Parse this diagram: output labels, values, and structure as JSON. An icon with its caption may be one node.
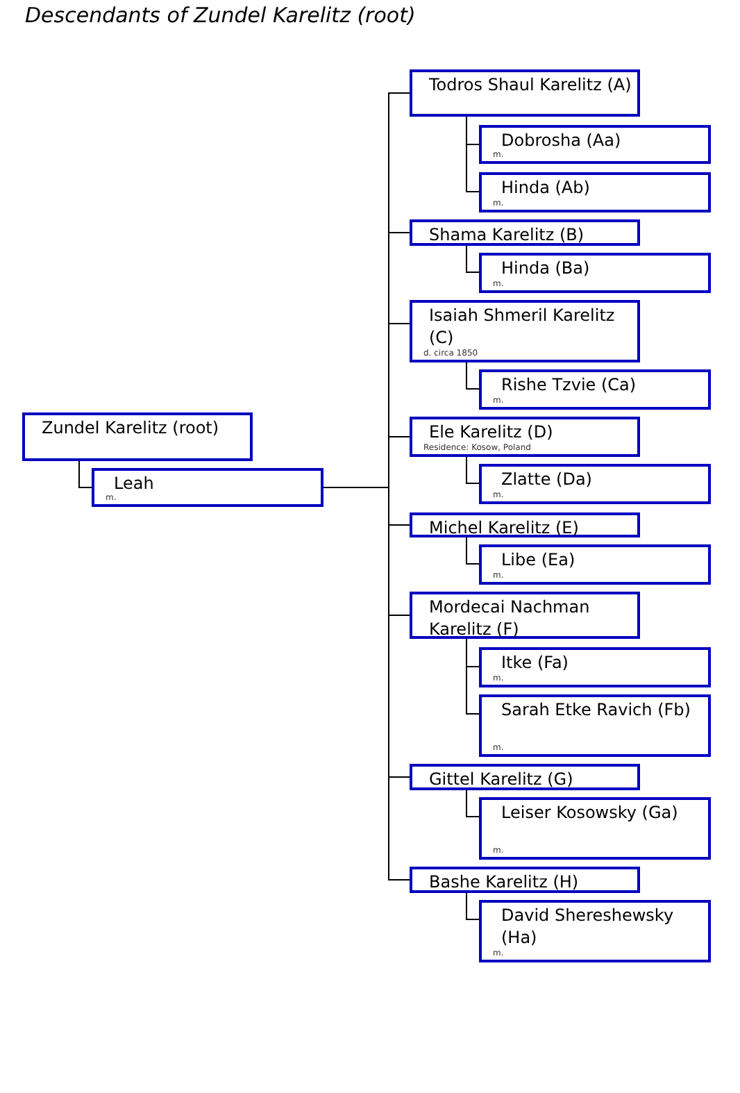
{
  "diagram": {
    "title": "Descendants of Zundel Karelitz (root)",
    "nodes": [
      {
        "text": [
          "Zundel Karelitz (root)"
        ]
      },
      {
        "text": [
          "Leah",
          "m."
        ]
      },
      {
        "text": [
          "Todros Shaul Karelitz (A)"
        ]
      },
      {
        "text": [
          "Dobrosha (Aa)",
          "m."
        ]
      },
      {
        "text": [
          "Hinda (Ab)",
          "m."
        ]
      },
      {
        "text": [
          "Shama Karelitz (B)"
        ]
      },
      {
        "text": [
          "Hinda (Ba)",
          "m."
        ]
      },
      {
        "text": [
          "Isaiah Shmeril Karelitz (C)",
          "d. circa 1850"
        ]
      },
      {
        "text": [
          "Rishe Tzvie (Ca)",
          "m."
        ]
      },
      {
        "text": [
          "Ele Karelitz (D)",
          "Residence: Kosow, Poland"
        ]
      },
      {
        "text": [
          "Zlatte (Da)",
          "m."
        ]
      },
      {
        "text": [
          "Michel Karelitz (E)"
        ]
      },
      {
        "text": [
          "Libe (Ea)",
          "m."
        ]
      },
      {
        "text": [
          "Mordecai Nachman Karelitz (F)"
        ]
      },
      {
        "text": [
          "Itke (Fa)",
          "m."
        ]
      },
      {
        "text": [
          "Sarah Etke Ravich (Fb)",
          "m."
        ]
      },
      {
        "text": [
          "Gittel Karelitz (G)"
        ]
      },
      {
        "text": [
          "Leiser Kosowsky (Ga)",
          "m."
        ]
      },
      {
        "text": [
          "Bashe Karelitz (H)"
        ]
      },
      {
        "text": [
          "David Shereshewsky (Ha)",
          "m."
        ]
      }
    ],
    "edges": [
      {
        "from": 0,
        "to": 1,
        "arrow": "none"
      },
      {
        "from": 1,
        "to": 2,
        "arrow": "none"
      },
      {
        "from": 1,
        "to": 5,
        "arrow": "none"
      },
      {
        "from": 1,
        "to": 7,
        "arrow": "none"
      },
      {
        "from": 1,
        "to": 9,
        "arrow": "none"
      },
      {
        "from": 1,
        "to": 11,
        "arrow": "none"
      },
      {
        "from": 1,
        "to": 13,
        "arrow": "none"
      },
      {
        "from": 1,
        "to": 16,
        "arrow": "none"
      },
      {
        "from": 1,
        "to": 18,
        "arrow": "none"
      },
      {
        "from": 2,
        "to": 3,
        "arrow": "none"
      },
      {
        "from": 2,
        "to": 4,
        "arrow": "none"
      },
      {
        "from": 5,
        "to": 6,
        "arrow": "none"
      },
      {
        "from": 7,
        "to": 8,
        "arrow": "none"
      },
      {
        "from": 9,
        "to": 10,
        "arrow": "none"
      },
      {
        "from": 11,
        "to": 12,
        "arrow": "none"
      },
      {
        "from": 13,
        "to": 14,
        "arrow": "none"
      },
      {
        "from": 13,
        "to": 15,
        "arrow": "none"
      },
      {
        "from": 16,
        "to": 17,
        "arrow": "none"
      },
      {
        "from": 18,
        "to": 19,
        "arrow": "none"
      }
    ]
  }
}
